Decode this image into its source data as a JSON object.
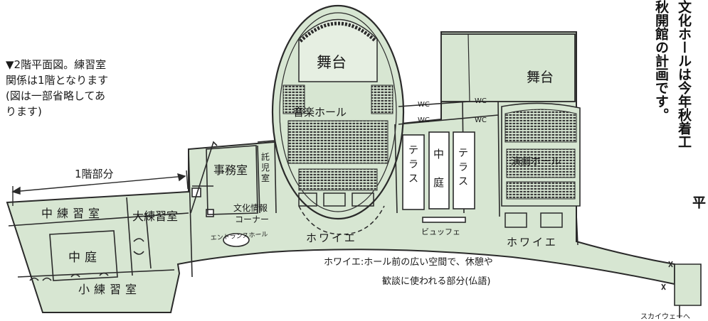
{
  "caption": {
    "line1": "▼2階平面図。練習室",
    "line2": "関係は1階となります",
    "line3": "(図は一部省略してあ",
    "line4": "ります)"
  },
  "vertical_text": {
    "col1": "秋開館の計画です。",
    "col2": "文化ホールは今年秋着工",
    "col3": "平"
  },
  "labels": {
    "floor1_part": "1階部分",
    "medium_practice": "中練習室",
    "large_practice": "大練習室",
    "courtyard_left": "中庭",
    "small_practice": "小練習室",
    "office": "事務室",
    "childcare": "託児室",
    "culture_info_1": "文化情報",
    "culture_info_2": "コーナー",
    "entrance_hall": "エントランスホール",
    "stage_music": "舞台",
    "music_hall": "音楽ホール",
    "foyer_left": "ホワイエ",
    "wc": "WC",
    "terrace": "テラス",
    "courtyard_center_1": "中",
    "courtyard_center_2": "庭",
    "buffet": "ビュッフェ",
    "stage_drama": "舞台",
    "drama_hall": "演劇ホール",
    "foyer_right": "ホワイエ",
    "foyer_note_1": "ホワイエ:ホール前の広い空間で、休憩や",
    "foyer_note_2": "歓談に使われる部分(仏語)",
    "skyway": "スカイウェーへ"
  },
  "colors": {
    "floor": "#d7e6d2",
    "line": "#2a2a2a"
  }
}
